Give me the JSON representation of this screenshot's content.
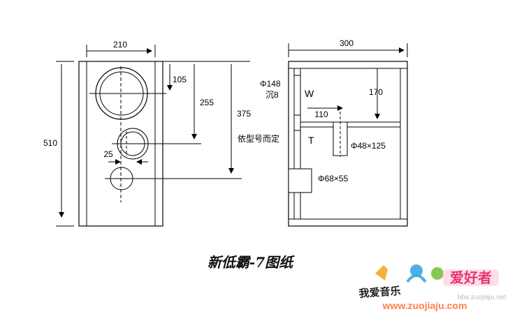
{
  "front_view": {
    "width": "210",
    "height": "510",
    "woofer_offset": "105",
    "tweeter_offset": "255",
    "port_offset": "375",
    "tweeter_spacing": "25"
  },
  "side_view": {
    "depth": "300",
    "woofer_hole": "Φ148",
    "countersink": "沉8",
    "woofer_label": "W",
    "brace_offset": "110",
    "brace_depth": "170",
    "model_note": "依型号而定",
    "tweeter_label": "T",
    "tweeter_chamber": "Φ48×125",
    "port_tube": "Φ68×55"
  },
  "caption": "新低霸-7图纸",
  "signature": "我爱音乐",
  "watermark": {
    "logo_text": "爱好者",
    "url": "www.zuojiaju.com",
    "faint_url": "bbs.zuojiaju.net"
  }
}
